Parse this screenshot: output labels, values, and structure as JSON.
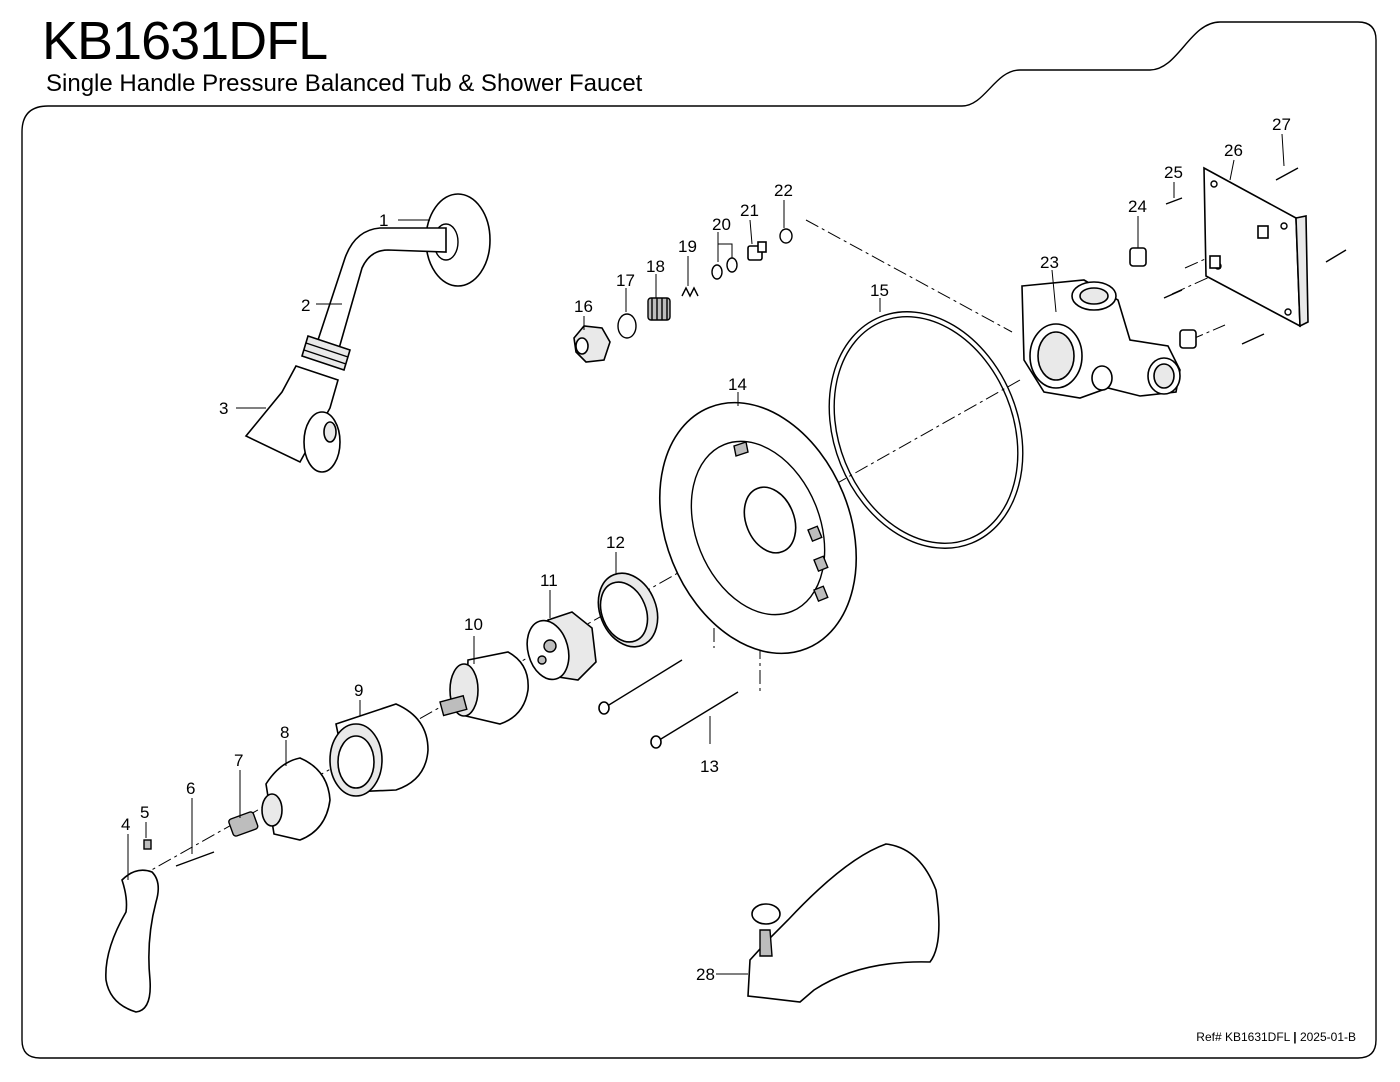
{
  "header": {
    "model": "KB1631DFL",
    "subtitle": "Single Handle Pressure Balanced Tub & Shower Faucet"
  },
  "footer": {
    "ref_prefix": "Ref# KB1631DFL",
    "separator": "|",
    "revision": "2025-01-B"
  },
  "callouts": {
    "c1": "1",
    "c2": "2",
    "c3": "3",
    "c4": "4",
    "c5": "5",
    "c6": "6",
    "c7": "7",
    "c8": "8",
    "c9": "9",
    "c10": "10",
    "c11": "11",
    "c12": "12",
    "c13": "13",
    "c14": "14",
    "c15": "15",
    "c16": "16",
    "c17": "17",
    "c18": "18",
    "c19": "19",
    "c20": "20",
    "c21": "21",
    "c22": "22",
    "c23": "23",
    "c24": "24",
    "c25": "25",
    "c26": "26",
    "c27": "27",
    "c28": "28"
  }
}
